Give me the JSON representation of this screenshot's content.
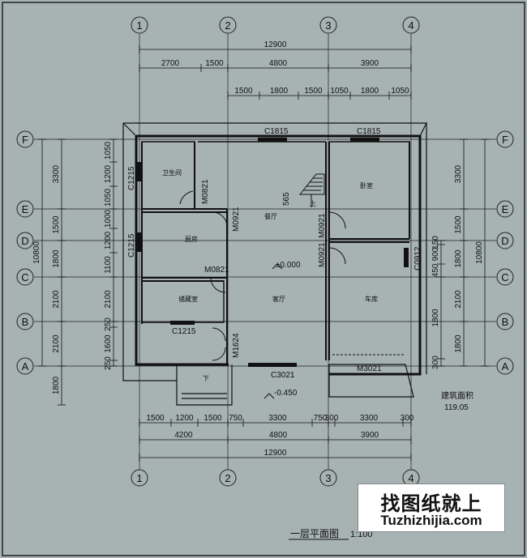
{
  "axes_h": [
    "1",
    "2",
    "3",
    "4"
  ],
  "axes_v": [
    "F",
    "E",
    "D",
    "C",
    "B",
    "A"
  ],
  "top_dims": {
    "total": "12900",
    "row2": [
      "2700",
      "1500",
      "4800",
      "3900"
    ],
    "row3": [
      "1500",
      "1800",
      "1500",
      "1050",
      "1800",
      "1050"
    ]
  },
  "bottom_dims": {
    "row1": [
      "1500",
      "1200",
      "1500",
      "750",
      "3300",
      "750",
      "300",
      "3300",
      "300"
    ],
    "row2": [
      "4200",
      "4800",
      "3900"
    ],
    "total": "12900"
  },
  "left_dims": {
    "inner": [
      "1050",
      "1200",
      "1050",
      "1000",
      "1200",
      "1100",
      "2100",
      "250",
      "1600",
      "250"
    ],
    "outer": [
      "3300",
      "1500",
      "1800",
      "2100",
      "2100",
      "1800"
    ],
    "total": "10800"
  },
  "right_dims": {
    "inner": [
      "150",
      "900",
      "450",
      "1800",
      "300"
    ],
    "outer": [
      "3300",
      "1500",
      "1800",
      "2100",
      "1800"
    ],
    "total": "10800"
  },
  "rooms": {
    "bathroom": "卫生间",
    "kitchen": "厨房",
    "storage": "储藏室",
    "dining": "餐厅",
    "living": "客厅",
    "bedroom": "卧室",
    "garage": "车库",
    "down": "下",
    "up": "上"
  },
  "openings": {
    "c1815_a": "C1815",
    "c1815_b": "C1815",
    "c1215_a": "C1215",
    "c1215_b": "C1215",
    "c1215_c": "C1215",
    "m0821_a": "M0821",
    "m0821_b": "M0821",
    "m0921_a": "M0921",
    "m0921_b": "M0921",
    "m0921_c": "M0921",
    "m1624": "M1624",
    "c3021": "C3021",
    "m3021": "M3021",
    "c0912": "C0912",
    "stair": "565"
  },
  "levels": {
    "floor": "±0.000",
    "outdoor": "-0.450"
  },
  "area": {
    "label": "建筑面积",
    "value": "119.05"
  },
  "drawing_title": "一层平面图",
  "scale": "1:100",
  "watermark": {
    "cn": "找图纸就上",
    "en": "Tuzhizhijia.com"
  },
  "colors": {
    "background": "#a7b2b2",
    "line": "#111111",
    "window": "#111111"
  }
}
